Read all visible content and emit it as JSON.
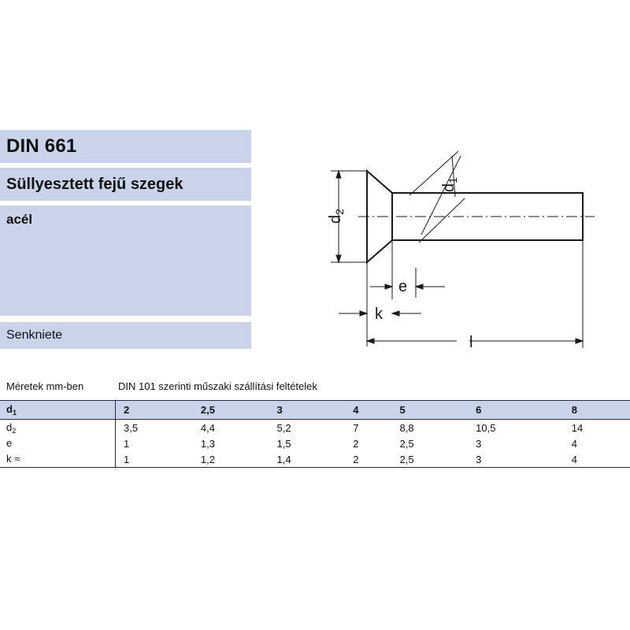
{
  "header": {
    "standard": "DIN 661",
    "title": "Süllyesztett fejű szegek",
    "material": "acél",
    "alt_name": "Senkniete"
  },
  "drawing_labels": {
    "d1": "d",
    "d1_sub": "1",
    "d2": "d",
    "d2_sub": "2",
    "e": "e",
    "k": "k",
    "l": "l"
  },
  "notes": {
    "units": "Méretek mm-ben",
    "conditions": "DIN 101 szerinti műszaki szállítási feltételek"
  },
  "table": {
    "rows": [
      {
        "label": "d",
        "sub": "1",
        "suffix": "",
        "values": [
          "2",
          "2,5",
          "3",
          "4",
          "5",
          "6",
          "8"
        ]
      },
      {
        "label": "d",
        "sub": "2",
        "suffix": "",
        "values": [
          "3,5",
          "4,4",
          "5,2",
          "7",
          "8,8",
          "10,5",
          "14"
        ]
      },
      {
        "label": "e",
        "sub": "",
        "suffix": "",
        "values": [
          "1",
          "1,3",
          "1,5",
          "2",
          "2,5",
          "3",
          "4"
        ]
      },
      {
        "label": "k",
        "sub": "",
        "suffix": " ≈",
        "values": [
          "1",
          "1,2",
          "1,4",
          "2",
          "2,5",
          "3",
          "4"
        ]
      }
    ]
  },
  "colors": {
    "band": "#c9d3ea",
    "line": "#2a2a3a"
  }
}
